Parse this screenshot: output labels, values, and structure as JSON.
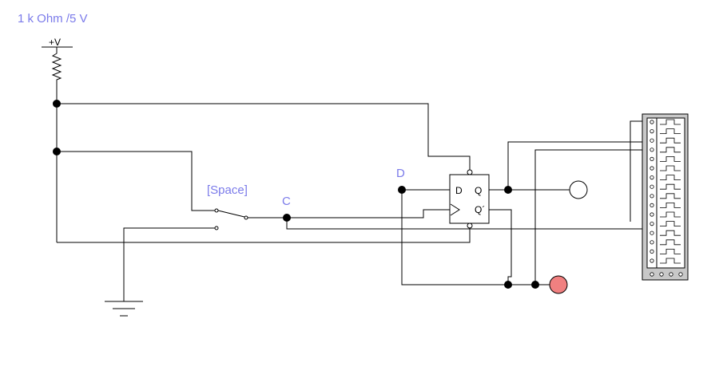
{
  "labels": {
    "header": "1 k Ohm /5 V",
    "supply": "+V",
    "switch_key": "[Space]",
    "clock_node": "C",
    "data_node": "D",
    "ff_d_pin": "D",
    "ff_q_pin": "Q",
    "ff_qbar_pin": "Q´"
  },
  "colors": {
    "label_blue": "#7b7bea",
    "indicator_off": "#ffffff",
    "indicator_on": "#f08080",
    "analyzer_body": "#c8c8c8"
  },
  "components": {
    "switch": "spdt-switch",
    "flipflop": "d-flipflop",
    "indicator_q": "probe-off",
    "indicator_qbar": "probe-on",
    "analyzer": "logic-analyzer"
  }
}
